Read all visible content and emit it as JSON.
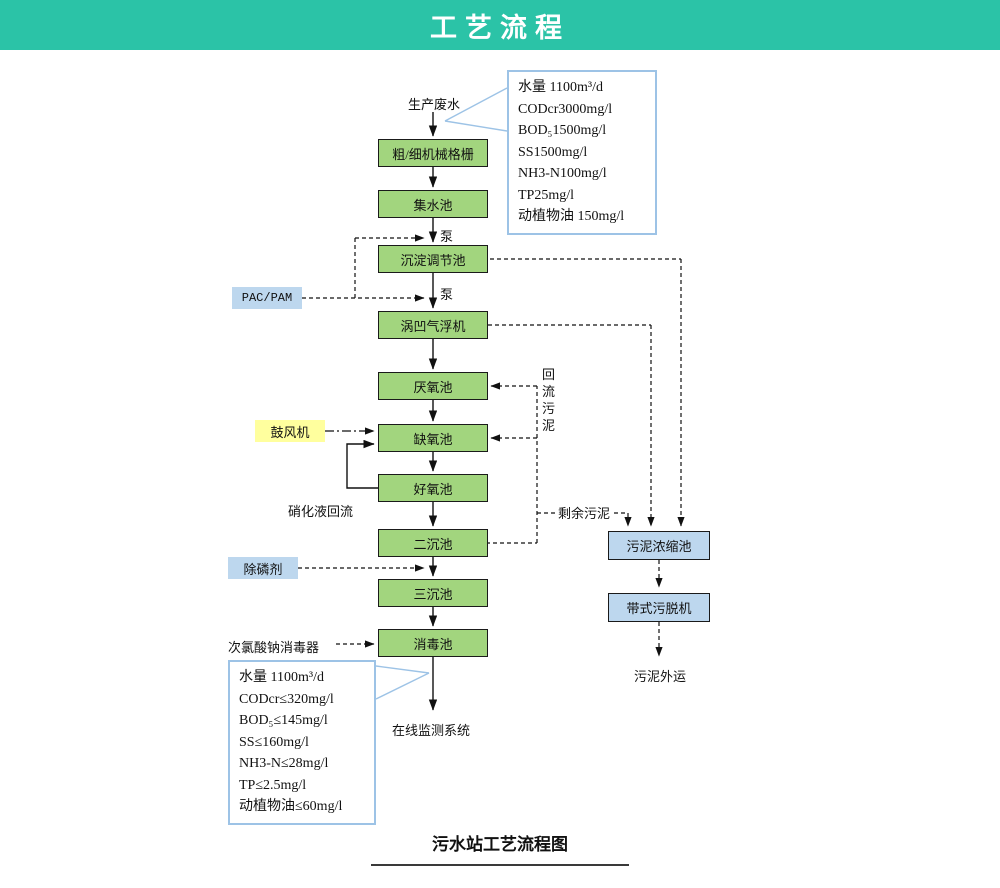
{
  "header": {
    "title": "工艺流程"
  },
  "caption": "污水站工艺流程图",
  "nodes": {
    "influent_label": "生产废水",
    "grid": "粗/细机械格栅",
    "collect": "集水池",
    "regulate": "沉淀调节池",
    "flotation": "涡凹气浮机",
    "anaerobic": "厌氧池",
    "anoxic": "缺氧池",
    "aerobic": "好氧池",
    "secondary": "二沉池",
    "tertiary": "三沉池",
    "disinfect": "消毒池",
    "thickener": "污泥浓缩池",
    "belt_press": "带式污脱机"
  },
  "chemicals": {
    "pac_pam": "PAC/PAM",
    "blower": "鼓风机",
    "phosphorus_agent": "除磷剂",
    "hypochlorite": "次氯酸钠消毒器"
  },
  "labels": {
    "pump_upper": "泵",
    "pump_lower": "泵",
    "nitrification_return": "硝化液回流",
    "return_sludge": "回流污泥",
    "excess_sludge": "剩余污泥",
    "online_monitoring": "在线监测系统",
    "sludge_out": "污泥外运"
  },
  "influent_params": {
    "lines": [
      "水量 1100m³/d",
      "CODcr3000mg/l",
      "BOD₅1500mg/l",
      "SS1500mg/l",
      "NH3-N100mg/l",
      "TP25mg/l",
      "动植物油 150mg/l"
    ]
  },
  "effluent_params": {
    "lines": [
      "水量 1100m³/d",
      "CODcr≤320mg/l",
      "BOD₅≤145mg/l",
      "SS≤160mg/l",
      "NH3-N≤28mg/l",
      "TP≤2.5mg/l",
      "动植物油≤60mg/l"
    ]
  },
  "colors": {
    "header_bg": "#2bc3a7",
    "process_box": "#a2d57e",
    "sludge_box": "#bdd7ee",
    "chemical_blue": "#bdd7ee",
    "chemical_yellow": "#ffff9e",
    "param_border": "#9dc3e6"
  }
}
